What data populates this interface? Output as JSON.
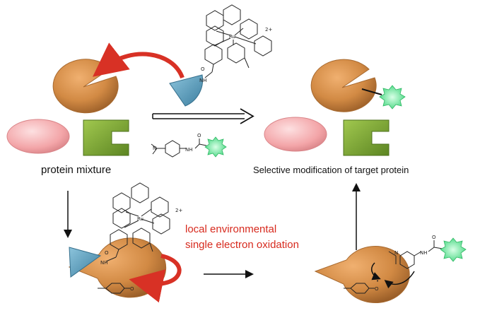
{
  "labels": {
    "protein_mixture": "protein mixture",
    "selective_modification": "Selective modification of target protein",
    "oxidation_line1": "local environmental",
    "oxidation_line2": "single electron oxidation"
  },
  "chem": {
    "charge": "2+",
    "ru": "Ru",
    "n": "N",
    "o": "O",
    "nh": "NH",
    "h": "H",
    "radical_o": "O",
    "dot": "•"
  },
  "colors": {
    "protein_orange": "#d28a44",
    "ellipse_pink": "#f3a5a8",
    "green_block": "#6f9a2d",
    "teal_wedge": "#4f93b4",
    "tag_green": "#3fd47c",
    "arrow_red": "#d83125",
    "text_red": "#d72a1e"
  }
}
